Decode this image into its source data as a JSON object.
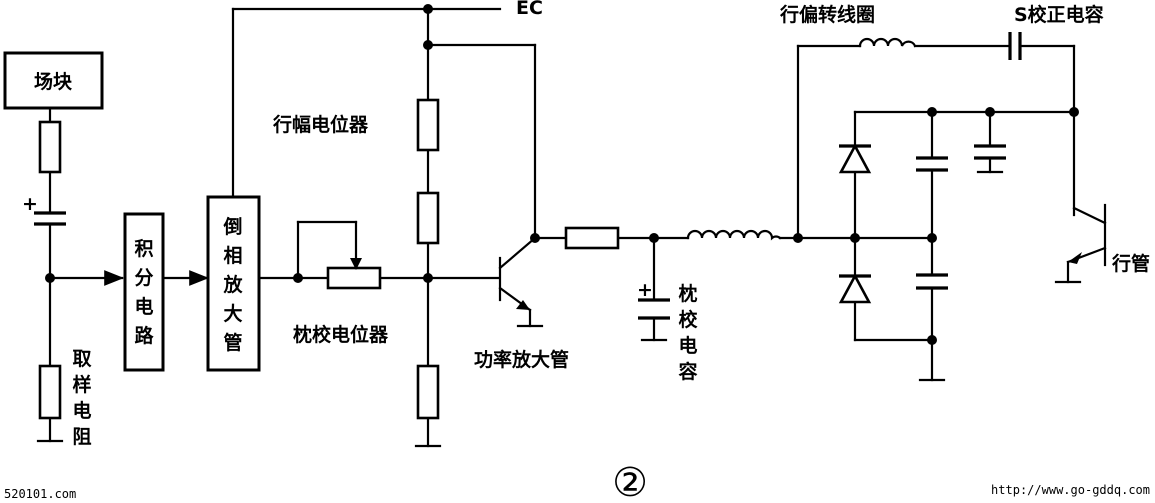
{
  "labels": {
    "field_block": "场块",
    "integrator": [
      "积",
      "分",
      "电",
      "路"
    ],
    "inverter": [
      "倒",
      "相",
      "放",
      "大",
      "管"
    ],
    "sampling_resistor": [
      "取",
      "样",
      "电",
      "阻"
    ],
    "width_pot": "行幅电位器",
    "pincushion_pot": "枕校电位器",
    "power_amp": "功率放大管",
    "pincushion_cap": [
      "枕",
      "校",
      "电",
      "容"
    ],
    "yoke": "行偏转线圈",
    "s_cap": "S校正电容",
    "h_output": "行管",
    "ec": "EC",
    "plus_sign": "+",
    "figure_number": "②",
    "watermark_left": "520101.com",
    "watermark_right": "http://www.go-gddq.com"
  }
}
